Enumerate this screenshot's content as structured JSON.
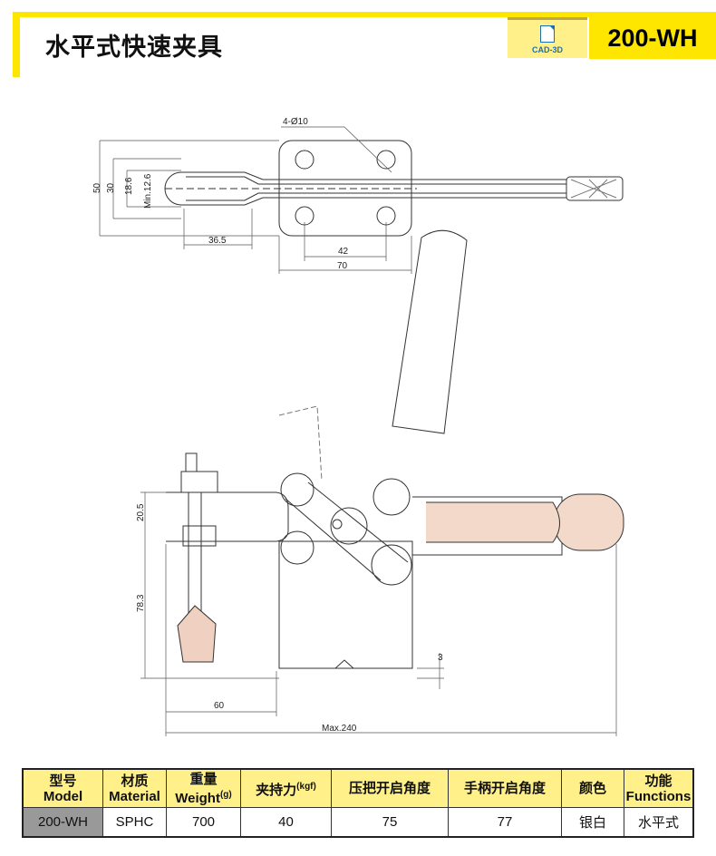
{
  "header": {
    "title": "水平式快速夹具",
    "cad_label": "CAD-3D",
    "model": "200-WH"
  },
  "drawing": {
    "dims": {
      "hole": "4-Ø10",
      "d50": "50",
      "d30": "30",
      "d18_6": "18.6",
      "min12_6": "Min.12.6",
      "d36_5": "36.5",
      "d42": "42",
      "d70": "70",
      "d20_5": "20.5",
      "d78_3": "78.3",
      "d3": "3",
      "d60": "60",
      "max240": "Max.240"
    }
  },
  "table": {
    "headers": [
      {
        "cn": "型号",
        "en": "Model"
      },
      {
        "cn": "材质",
        "en": "Material"
      },
      {
        "cn": "重量",
        "en": "Weight",
        "unit": "(g)"
      },
      {
        "cn": "夹持力",
        "unit": "(kgf)"
      },
      {
        "cn": "压把开启角度"
      },
      {
        "cn": "手柄开启角度"
      },
      {
        "cn": "颜色"
      },
      {
        "cn": "功能",
        "en": "Functions"
      }
    ],
    "row": [
      "200-WH",
      "SPHC",
      "700",
      "40",
      "75",
      "77",
      "银白",
      "水平式"
    ]
  }
}
